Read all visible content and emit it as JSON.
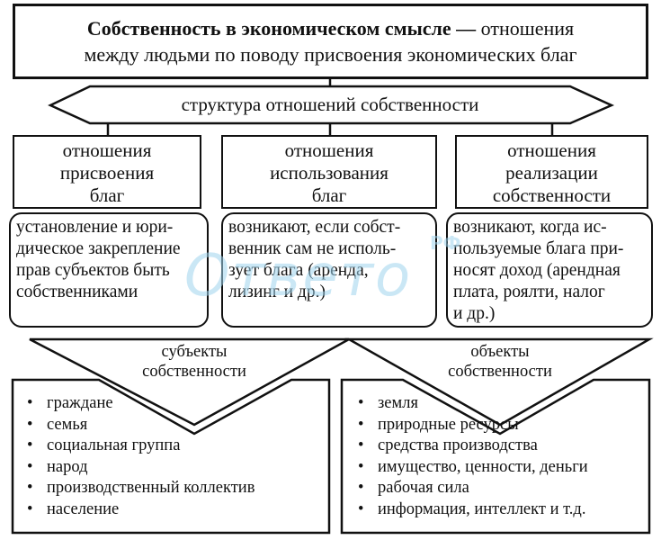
{
  "title": {
    "bold": "Собственность в экономическом смысле —",
    "rest_line1": " отношения",
    "line2": "между людьми по поводу присвоения экономических благ"
  },
  "structure_label": "структура отношений собственности",
  "columns": [
    {
      "heading": [
        "отношения",
        "присвоения",
        "благ"
      ],
      "description": [
        "установление и юри-",
        "дическое закрепление",
        "прав субъектов быть",
        "собственниками"
      ]
    },
    {
      "heading": [
        "отношения",
        "использования",
        "благ"
      ],
      "description": [
        "возникают, если собст-",
        "венник сам не исполь-",
        "зует блага (аренда,",
        "лизинг и др.)"
      ]
    },
    {
      "heading": [
        "отношения",
        "реализации",
        "собственности"
      ],
      "description": [
        "возникают, когда ис-",
        "пользуемые блага при-",
        "носят доход (арендная",
        "плата, роялти, налог",
        "и др.)"
      ]
    }
  ],
  "subjects": {
    "label": [
      "субъекты",
      "собственности"
    ],
    "items": [
      "граждане",
      "семья",
      "социальная группа",
      "народ",
      "производственный коллектив",
      "население"
    ]
  },
  "objects": {
    "label": [
      "объекты",
      "собственности"
    ],
    "items": [
      "земля",
      "природные ресурсы",
      "средства производства",
      "имущество, ценности, деньги",
      "рабочая сила",
      "информация, интеллект и т.д."
    ]
  },
  "watermark": {
    "text": "Oтвeтo",
    "suffix": "РФ"
  }
}
